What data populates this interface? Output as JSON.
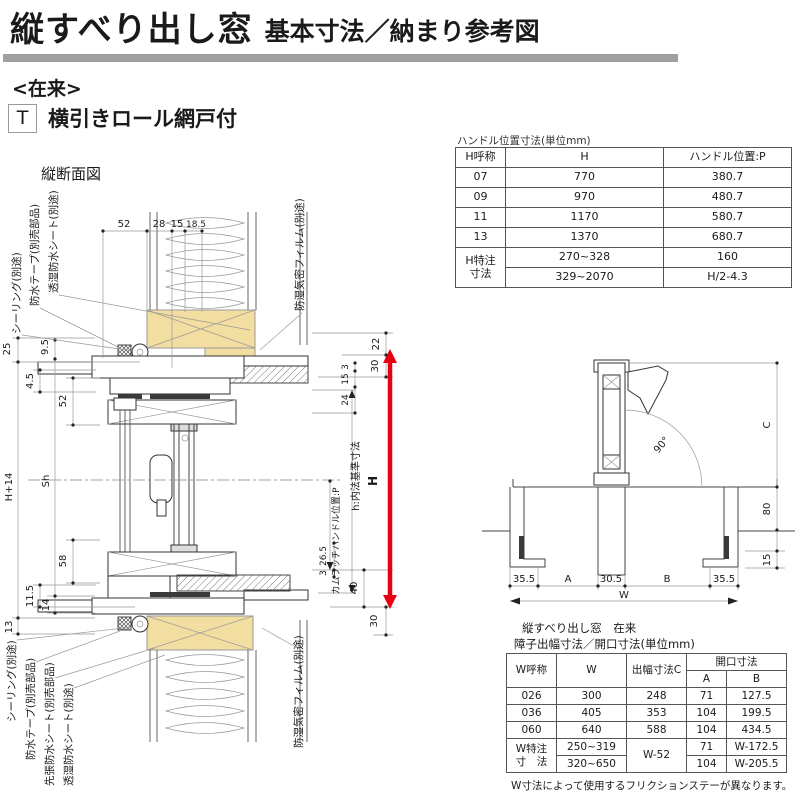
{
  "header": {
    "title": "縦すべり出し窓",
    "subtitle": "基本寸法／納まり参考図"
  },
  "intro": {
    "construction": "<在来>",
    "type_code": "T",
    "type_label": "横引きロール網戸付",
    "section_view_label": "縦断面図"
  },
  "handle_table": {
    "title": "ハンドル位置寸法(単位mm)",
    "headers": [
      "H呼称",
      "H",
      "ハンドル位置:P"
    ],
    "rows": [
      [
        "07",
        "770",
        "380.7"
      ],
      [
        "09",
        "970",
        "480.7"
      ],
      [
        "11",
        "1170",
        "580.7"
      ],
      [
        "13",
        "1370",
        "680.7"
      ]
    ],
    "custom_label_line1": "H特注",
    "custom_label_line2": "寸法",
    "custom_rows": [
      [
        "270~328",
        "160"
      ],
      [
        "329~2070",
        "H/2-4.3"
      ]
    ]
  },
  "section_drawing": {
    "top_dims": [
      "52",
      "28",
      "15",
      "18.5"
    ],
    "left_dims": [
      "25",
      "9.5",
      "4.5",
      "52",
      "H+14",
      "Sh",
      "58",
      "11.5",
      "14",
      "13"
    ],
    "right_dims": [
      "22",
      "30",
      "3",
      "15",
      "24",
      "26.5",
      "3",
      "40",
      "30"
    ],
    "h_label": "H",
    "right_labels": [
      "h:内法基準寸法",
      "カムラッチハンドル位置:P"
    ],
    "material_labels_top": [
      "シーリング(別途)",
      "防水テープ(別売部品)",
      "透湿防水シート(別途)",
      "防湿気密フィルム(別途)"
    ],
    "material_labels_bottom": [
      "シーリング(別途)",
      "防水テープ(別売部品)",
      "先張防水シート(別売部品)",
      "透湿防水シート(別途)",
      "防湿気密フィルム(別途)"
    ]
  },
  "plan_drawing": {
    "angle": "90°",
    "right_dims": [
      "C",
      "80",
      "15"
    ],
    "bottom_dims": [
      "35.5",
      "A",
      "30.5",
      "B",
      "35.5"
    ],
    "width_label": "W"
  },
  "size_table": {
    "title_line1": "縦すべり出し窓　在来",
    "title_line2": "障子出幅寸法／開口寸法(単位mm)",
    "headers": {
      "w_name": "W呼称",
      "w": "W",
      "depth": "出幅寸法C",
      "opening": "開口寸法",
      "a": "A",
      "b": "B"
    },
    "rows": [
      [
        "026",
        "300",
        "248",
        "71",
        "127.5"
      ],
      [
        "036",
        "405",
        "353",
        "104",
        "199.5"
      ],
      [
        "060",
        "640",
        "588",
        "104",
        "434.5"
      ]
    ],
    "custom_label_line1": "W特注",
    "custom_label_line2": "寸　法",
    "custom_w": [
      "250~319",
      "320~650"
    ],
    "custom_depth": "W-52",
    "custom_a": [
      "71",
      "104"
    ],
    "custom_b": [
      "W-172.5",
      "W-205.5"
    ],
    "footnote": "W寸法によって使用するフリクションステーが異なります。"
  },
  "colors": {
    "accent_red": "#e60012",
    "bar_gray": "#a0a0a0",
    "wood_tan": "#f3dea2"
  }
}
